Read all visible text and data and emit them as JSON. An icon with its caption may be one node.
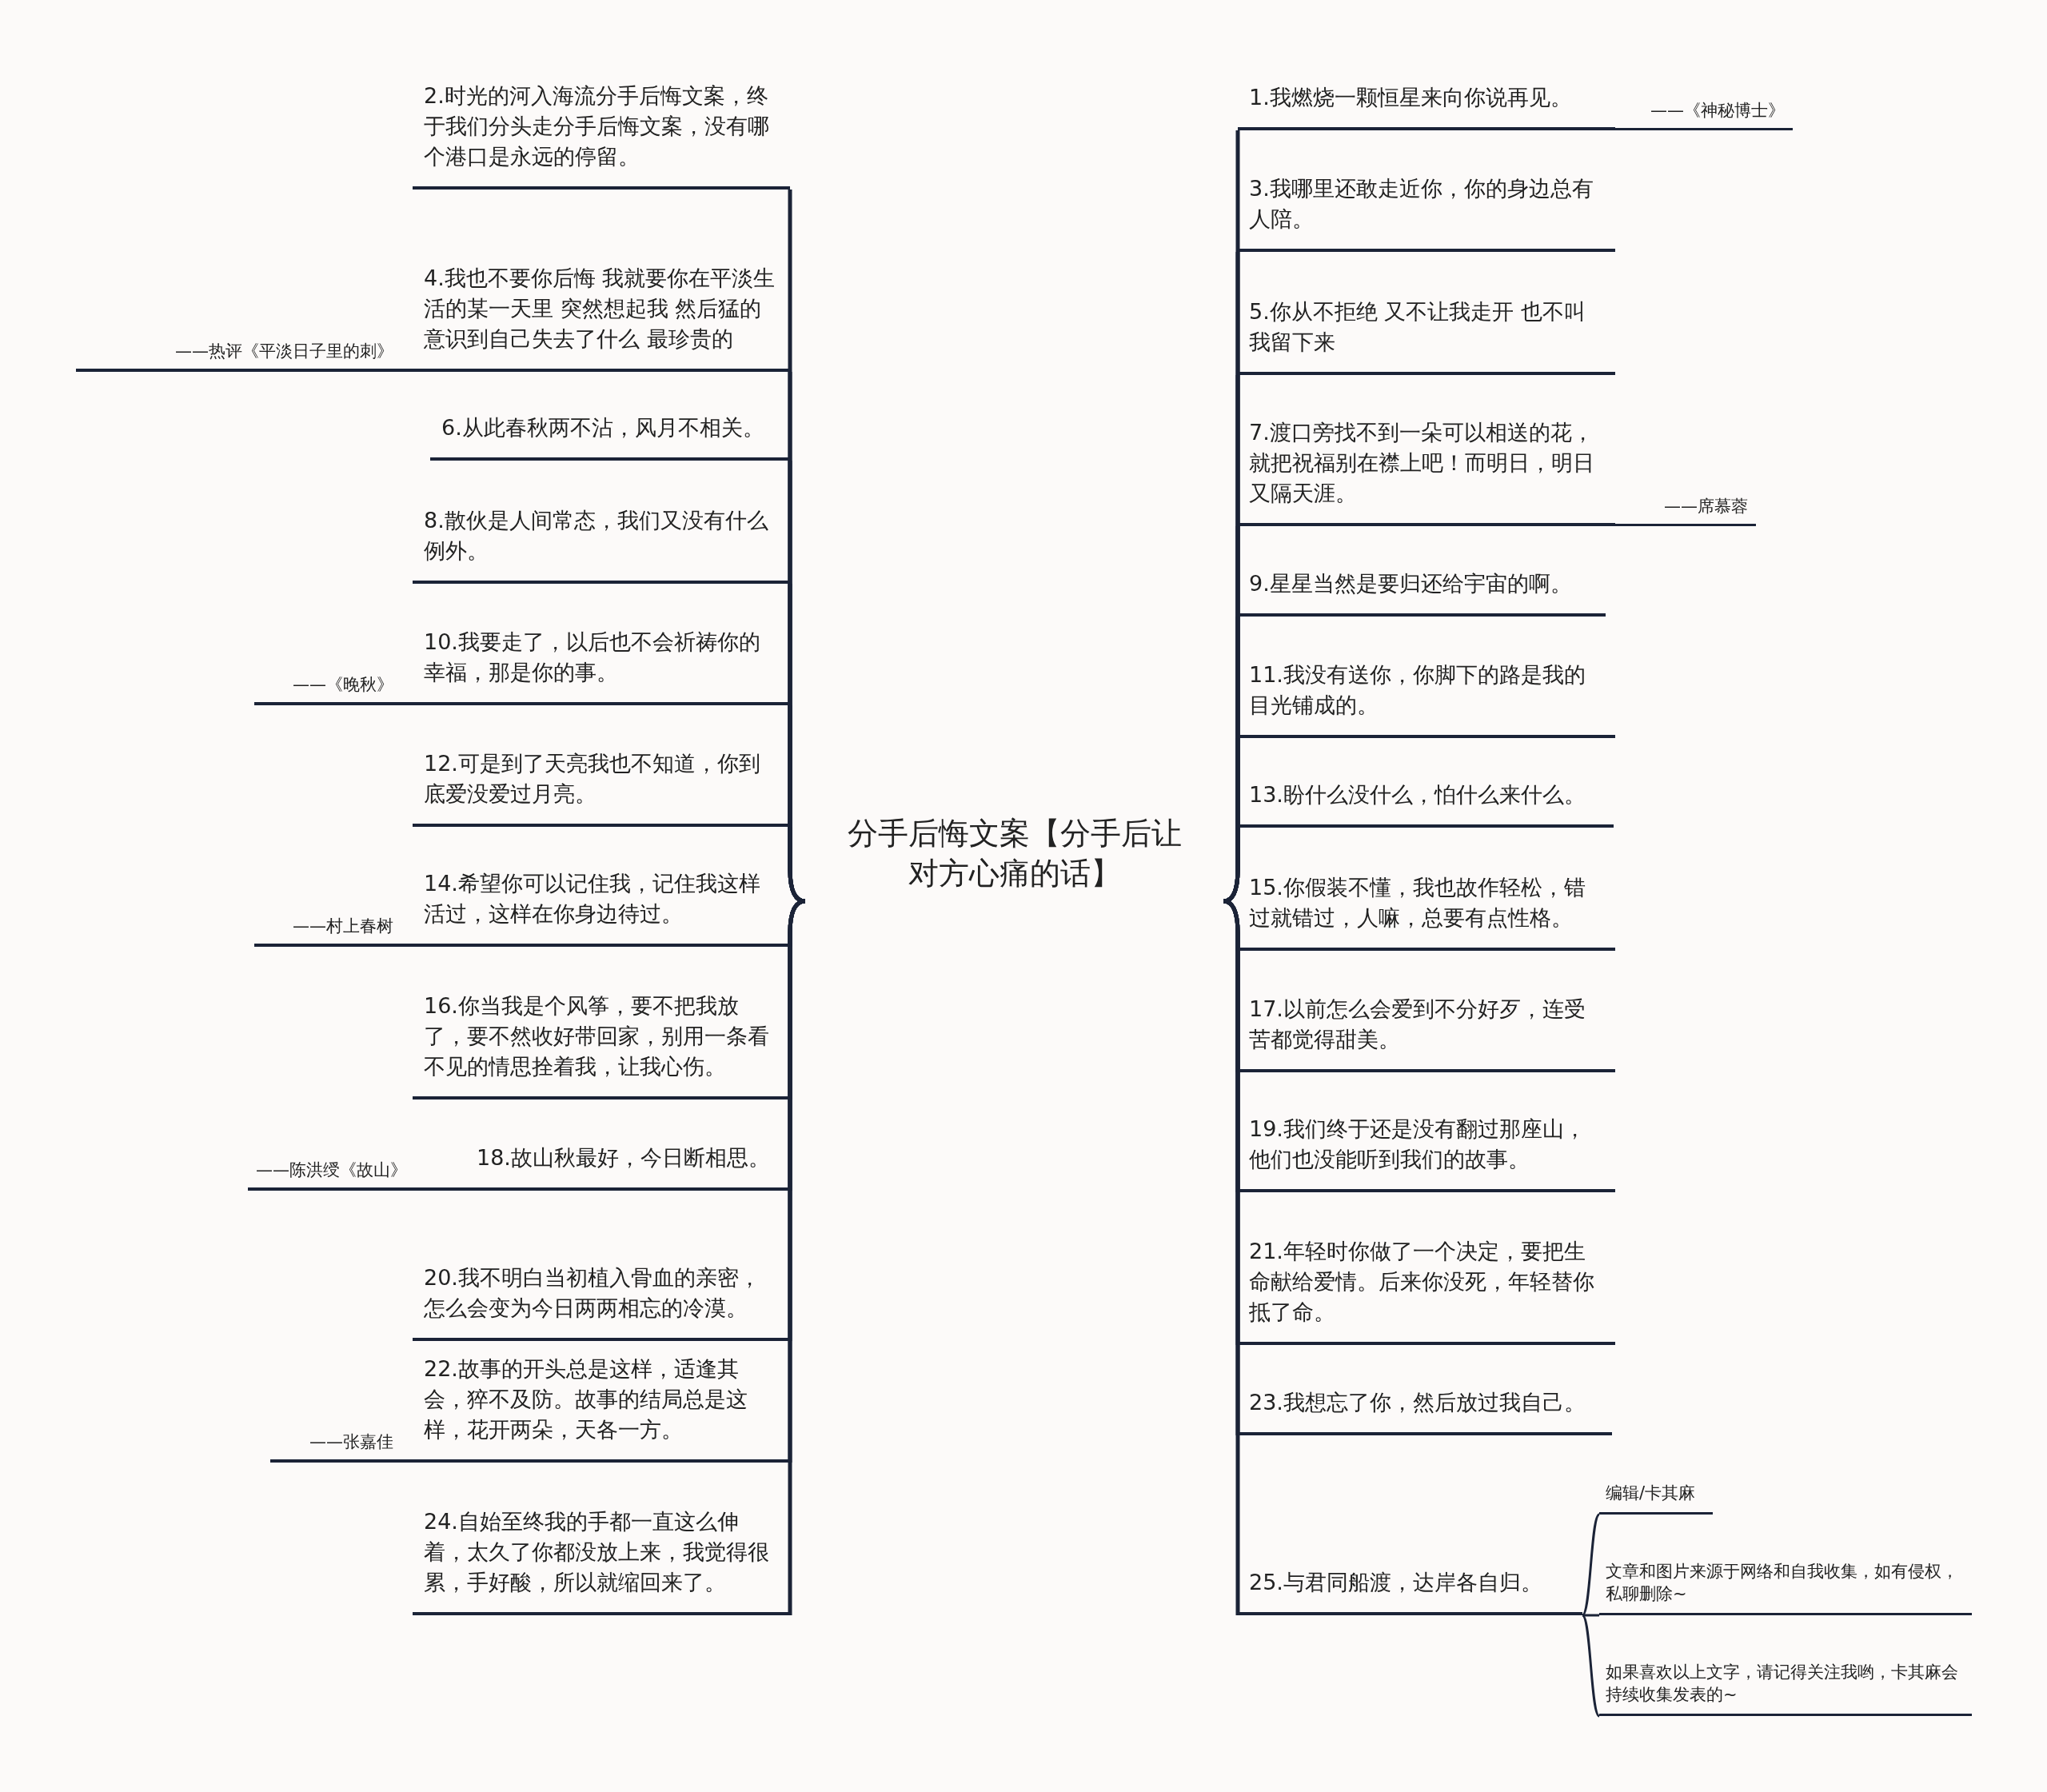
{
  "diagram": {
    "nodes": [
      {
        "text": [
          "分手后悔文案【分手后让对方心痛的话】"
        ]
      },
      {
        "text": [
          "1.我燃烧一颗恒星来向你说再见。"
        ],
        "beside": [
          "——《神秘博士》"
        ]
      },
      {
        "text": [
          "2.时光的河入海流分手后悔文案，终于我们分头走分手后悔文案，没有哪个港口是永远的停留。"
        ]
      },
      {
        "text": [
          "3.我哪里还敢走近你，你的身边总有人陪。"
        ]
      },
      {
        "text": [
          "4.我也不要你后悔 我就要你在平淡生活的某一天里 突然想起我 然后猛的意识到自己失去了什么 最珍贵的"
        ],
        "beside": [
          "——热评《平淡日子里的刺》"
        ]
      },
      {
        "text": [
          "5.你从不拒绝 又不让我走开 也不叫我留下来"
        ]
      },
      {
        "text": [
          "6.从此春秋两不沾，风月不相关。"
        ]
      },
      {
        "text": [
          "7.渡口旁找不到一朵可以相送的花，就把祝福别在襟上吧！而明日，明日又隔天涯。"
        ],
        "beside": [
          "——席慕蓉"
        ]
      },
      {
        "text": [
          "8.散伙是人间常态，我们又没有什么例外。"
        ]
      },
      {
        "text": [
          "9.星星当然是要归还给宇宙的啊。"
        ]
      },
      {
        "text": [
          "10.我要走了，以后也不会祈祷你的幸福，那是你的事。"
        ],
        "beside": [
          "——《晚秋》"
        ]
      },
      {
        "text": [
          "11.我没有送你，你脚下的路是我的目光铺成的。"
        ]
      },
      {
        "text": [
          "12.可是到了天亮我也不知道，你到底爱没爱过月亮。"
        ]
      },
      {
        "text": [
          "13.盼什么没什么，怕什么来什么。"
        ]
      },
      {
        "text": [
          "14.希望你可以记住我，记住我这样活过，这样在你身边待过。"
        ],
        "beside": [
          "——村上春树"
        ]
      },
      {
        "text": [
          "15.你假装不懂，我也故作轻松，错过就错过，人嘛，总要有点性格。"
        ]
      },
      {
        "text": [
          "16.你当我是个风筝，要不把我放了，要不然收好带回家，别用一条看不见的情思拴着我，让我心伤。"
        ]
      },
      {
        "text": [
          "17.以前怎么会爱到不分好歹，连受苦都觉得甜美。"
        ]
      },
      {
        "text": [
          "18.故山秋最好，今日断相思。"
        ],
        "beside": [
          "——陈洪绶《故山》"
        ]
      },
      {
        "text": [
          "19.我们终于还是没有翻过那座山，他们也没能听到我们的故事。"
        ]
      },
      {
        "text": [
          "20.我不明白当初植入骨血的亲密，怎么会变为今日两两相忘的冷漠。"
        ]
      },
      {
        "text": [
          "21.年轻时你做了一个决定，要把生命献给爱情。后来你没死，年轻替你抵了命。"
        ]
      },
      {
        "text": [
          "22.故事的开头总是这样，适逢其会，猝不及防。故事的结局总是这样，花开两朵，天各一方。"
        ],
        "beside": [
          "——张嘉佳"
        ]
      },
      {
        "text": [
          "23.我想忘了你，然后放过我自己。"
        ]
      },
      {
        "text": [
          "24.自始至终我的手都一直这么伸着，太久了你都没放上来，我觉得很累，手好酸，所以就缩回来了。"
        ]
      },
      {
        "text": [
          "25.与君同船渡，达岸各自归。"
        ]
      },
      {
        "text": [
          "编辑/卡其麻"
        ]
      },
      {
        "text": [
          "文章和图片来源于网络和自我收集，如有侵权，私聊删除~"
        ]
      },
      {
        "text": [
          "如果喜欢以上文字，请记得关注我哟，卡其麻会持续收集发表的~"
        ]
      }
    ],
    "edges": [
      {
        "from": 0,
        "to": 1,
        "arrow": "none"
      },
      {
        "from": 0,
        "to": 2,
        "arrow": "none"
      },
      {
        "from": 0,
        "to": 3,
        "arrow": "none"
      },
      {
        "from": 0,
        "to": 4,
        "arrow": "none"
      },
      {
        "from": 0,
        "to": 5,
        "arrow": "none"
      },
      {
        "from": 0,
        "to": 6,
        "arrow": "none"
      },
      {
        "from": 0,
        "to": 7,
        "arrow": "none"
      },
      {
        "from": 0,
        "to": 8,
        "arrow": "none"
      },
      {
        "from": 0,
        "to": 9,
        "arrow": "none"
      },
      {
        "from": 0,
        "to": 10,
        "arrow": "none"
      },
      {
        "from": 0,
        "to": 11,
        "arrow": "none"
      },
      {
        "from": 0,
        "to": 12,
        "arrow": "none"
      },
      {
        "from": 0,
        "to": 13,
        "arrow": "none"
      },
      {
        "from": 0,
        "to": 14,
        "arrow": "none"
      },
      {
        "from": 0,
        "to": 15,
        "arrow": "none"
      },
      {
        "from": 0,
        "to": 16,
        "arrow": "none"
      },
      {
        "from": 0,
        "to": 17,
        "arrow": "none"
      },
      {
        "from": 0,
        "to": 18,
        "arrow": "none"
      },
      {
        "from": 0,
        "to": 19,
        "arrow": "none"
      },
      {
        "from": 0,
        "to": 20,
        "arrow": "none"
      },
      {
        "from": 0,
        "to": 21,
        "arrow": "none"
      },
      {
        "from": 0,
        "to": 22,
        "arrow": "none"
      },
      {
        "from": 0,
        "to": 23,
        "arrow": "none"
      },
      {
        "from": 0,
        "to": 24,
        "arrow": "none"
      },
      {
        "from": 0,
        "to": 25,
        "arrow": "none"
      },
      {
        "from": 25,
        "to": 26,
        "arrow": "none"
      },
      {
        "from": 25,
        "to": 27,
        "arrow": "none"
      },
      {
        "from": 25,
        "to": 28,
        "arrow": "none"
      }
    ]
  }
}
